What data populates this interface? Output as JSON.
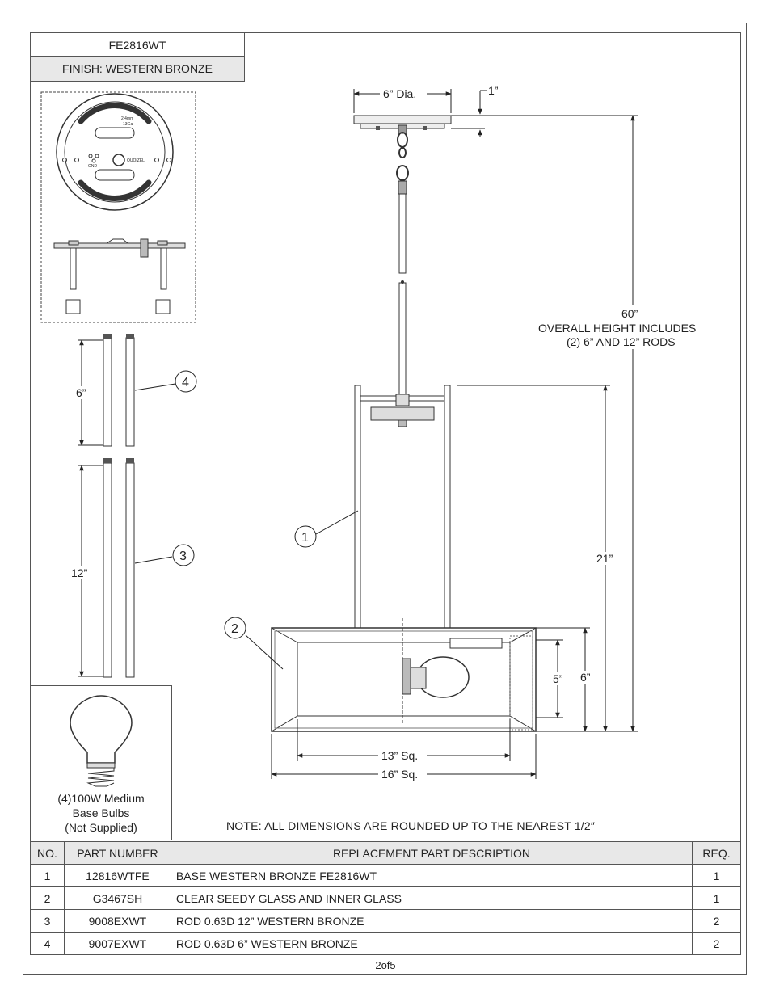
{
  "header": {
    "model": "FE2816WT",
    "finish": "FINISH: WESTERN BRONZE"
  },
  "canopy_plate": {
    "gauge_label": "2.4mm\n13Ga",
    "brand_mark": "QUOIZEL",
    "ground_label": "GND"
  },
  "rods": {
    "short_label": "6”",
    "long_label": "12”",
    "short_callout": "4",
    "long_callout": "3"
  },
  "dimensions": {
    "canopy_dia": "6” Dia.",
    "canopy_height": "1”",
    "overall_value": "60”",
    "overall_line1": "OVERALL HEIGHT INCLUDES",
    "overall_line2": "(2) 6” AND 12” RODS",
    "body_height": "21”",
    "glass_height": "5”",
    "shade_height": "6”",
    "inner_width": "13” Sq.",
    "outer_width": "16” Sq.",
    "callout_1": "1",
    "callout_2": "2"
  },
  "bulb": {
    "line1": "(4)100W Medium",
    "line2": "Base Bulbs",
    "line3": "(Not Supplied)"
  },
  "note": "NOTE:  ALL DIMENSIONS ARE ROUNDED UP TO THE NEAREST  1/2″",
  "table": {
    "headers": [
      "NO.",
      "PART NUMBER",
      "REPLACEMENT PART DESCRIPTION",
      "REQ."
    ],
    "rows": [
      {
        "no": "1",
        "part": "12816WTFE",
        "desc": "BASE WESTERN BRONZE FE2816WT",
        "req": "1"
      },
      {
        "no": "2",
        "part": "G3467SH",
        "desc": "CLEAR SEEDY GLASS AND INNER GLASS",
        "req": "1"
      },
      {
        "no": "3",
        "part": "9008EXWT",
        "desc": "ROD 0.63D 12” WESTERN BRONZE",
        "req": "2"
      },
      {
        "no": "4",
        "part": "9007EXWT",
        "desc": "ROD 0.63D 6” WESTERN BRONZE",
        "req": "2"
      }
    ]
  },
  "page_number": "2of5"
}
